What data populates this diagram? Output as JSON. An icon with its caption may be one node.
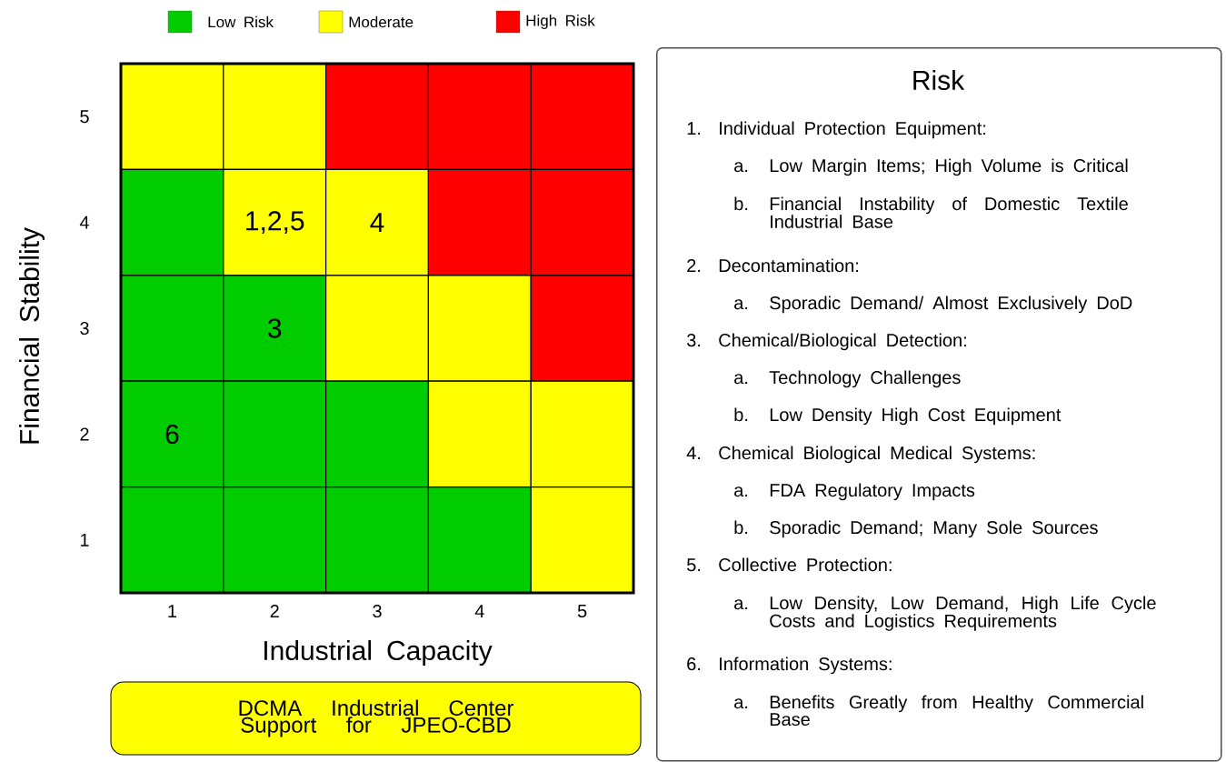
{
  "diagram": {
    "nodes": [
      {
        "text": [],
        "shape": "box"
      },
      {
        "text": [],
        "shape": "box"
      },
      {
        "text": [],
        "shape": "box"
      },
      {
        "text": [],
        "shape": "box"
      },
      {
        "text": [],
        "shape": "box"
      },
      {
        "text": [],
        "shape": "box"
      },
      {
        "text": [
          "1,2,5"
        ]
      },
      {
        "text": [
          "4"
        ]
      },
      {
        "text": [],
        "shape": "box"
      },
      {
        "text": [],
        "shape": "box"
      },
      {
        "text": [],
        "shape": "box"
      },
      {
        "text": [
          "3"
        ]
      },
      {
        "text": [],
        "shape": "box"
      },
      {
        "text": [],
        "shape": "box"
      },
      {
        "text": [],
        "shape": "box"
      },
      {
        "text": [
          "6"
        ]
      },
      {
        "text": [],
        "shape": "box"
      },
      {
        "text": [],
        "shape": "box"
      },
      {
        "text": [],
        "shape": "box"
      },
      {
        "text": [],
        "shape": "box"
      },
      {
        "text": [],
        "shape": "box"
      },
      {
        "text": [],
        "shape": "box"
      },
      {
        "text": [],
        "shape": "box"
      },
      {
        "text": [],
        "shape": "box"
      },
      {
        "text": [],
        "shape": "box"
      },
      {
        "text": [
          "DCMA Industrial Center Support for JPEO-CBD"
        ]
      },
      {
        "text": [
          "Risk",
          "1.",
          "Individual Protection Equipment:",
          "a.",
          "Low Margin Items; High Volume is Critical",
          "b.",
          "Financial Instability of Domestic Textile Industrial Base",
          "2.",
          "Decontamination:",
          "a.",
          "Sporadic Demand/ Almost Exclusively DoD",
          "3.",
          "Chemical/Biological Detection:",
          "a.",
          "Technology Challenges",
          "b.",
          "Low Density High Cost Equipment",
          "4.",
          "Chemical Biological Medical Systems:",
          "a.",
          "FDA Regulatory Impacts",
          "b.",
          "Sporadic Demand; Many Sole Sources",
          "5.",
          "Collective Protection:",
          "a.",
          "Low Density, Low Demand, High Life Cycle Costs and Logistics Requirements",
          "6.",
          "Information Systems:",
          "a.",
          "Benefits Greatly from Healthy Commercial Base"
        ]
      }
    ],
    "labels": [
      "5",
      "4",
      "3",
      "2",
      "1",
      "Financial Stability",
      "1",
      "2",
      "3",
      "4",
      "5",
      "Industrial Capacity"
    ],
    "legend": [
      {
        "text": "Low Risk",
        "color": "#00cc00"
      },
      {
        "text": "Moderate",
        "color": "#ffff00"
      },
      {
        "text": "High Risk",
        "color": "#ff0000"
      }
    ]
  }
}
